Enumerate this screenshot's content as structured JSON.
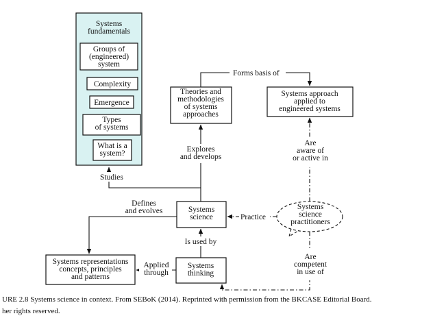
{
  "fundamentals": {
    "title": [
      "Systems",
      "fundamentals"
    ],
    "items": [
      [
        "Groups of",
        "(engineered)",
        "system"
      ],
      [
        "Complexity"
      ],
      [
        "Emergence"
      ],
      [
        "Types",
        "of systems"
      ],
      [
        "What is a",
        "system?"
      ]
    ]
  },
  "nodes": {
    "theories": [
      "Theories and",
      "methodologies",
      "of systems",
      "approaches"
    ],
    "approach": [
      "Systems approach",
      "applied to",
      "engineered systems"
    ],
    "science": [
      "Systems",
      "science"
    ],
    "thinking": [
      "Systems",
      "thinking"
    ],
    "representations": [
      "Systems representations",
      "concepts, principles",
      "and patterns"
    ],
    "practitioners": [
      "Systems",
      "science",
      "practitioners"
    ]
  },
  "edges": {
    "forms_basis_of": [
      "Forms basis of"
    ],
    "explores": [
      "Explores",
      "and develops"
    ],
    "studies": [
      "Studies"
    ],
    "defines": [
      "Defines",
      "and evolves"
    ],
    "practice": [
      "Practice"
    ],
    "is_used_by": [
      "Is used by"
    ],
    "applied_through": [
      "Applied",
      "through"
    ],
    "are_aware": [
      "Are",
      "aware of",
      "or active in"
    ],
    "are_competent": [
      "Are",
      "competent",
      "in use of"
    ]
  },
  "caption": {
    "line1": "URE 2.8   Systems science in context. From SEBoK (2014). Reprinted with permission from the BKCASE Editorial Board.",
    "line2": "her rights reserved."
  }
}
